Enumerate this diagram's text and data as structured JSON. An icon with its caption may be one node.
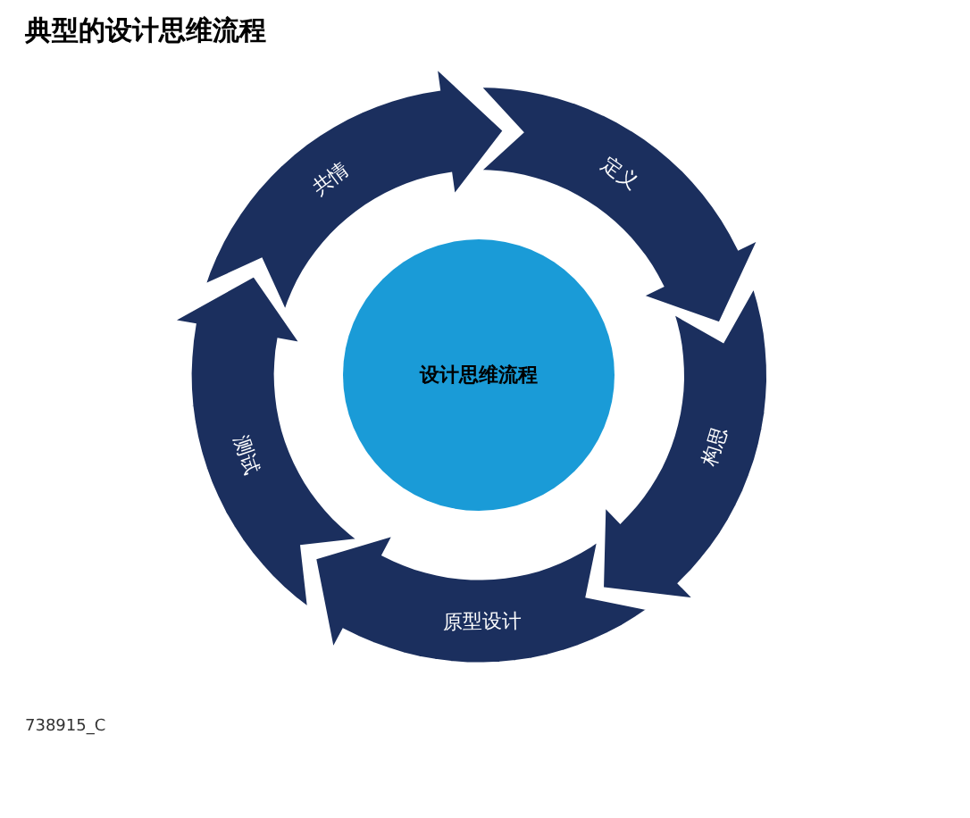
{
  "diagram": {
    "title": "典型的设计思维流程",
    "nodes": [
      {
        "text": [
          "设计思维流程"
        ]
      },
      {
        "text": [
          "共情"
        ]
      },
      {
        "text": [
          "定义"
        ]
      },
      {
        "text": [
          "构思"
        ]
      },
      {
        "text": [
          "原型设计"
        ]
      },
      {
        "text": [
          "测试"
        ]
      }
    ],
    "labels": [
      "738915_C"
    ]
  }
}
